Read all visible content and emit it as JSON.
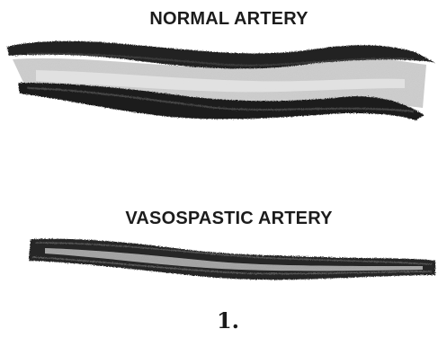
{
  "labels": {
    "normal_artery": "NORMAL ARTERY",
    "vasospastic_artery": "VASOSPASTIC ARTERY"
  },
  "figure_number": "1.",
  "colors": {
    "wall": "#1f1f1f",
    "wall_shade": "#4a4a4a",
    "lumen": "#c9c9c9",
    "lumen_light": "#e2e2e2",
    "background": "#ffffff"
  }
}
